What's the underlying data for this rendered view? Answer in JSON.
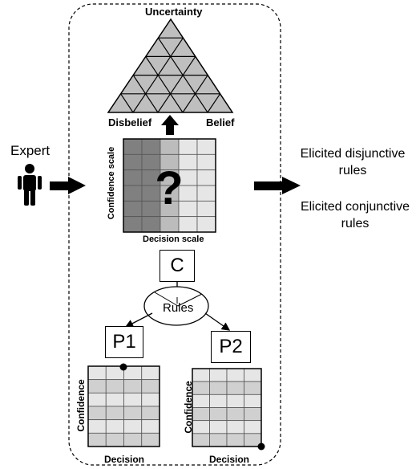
{
  "pyramid": {
    "top_label": "Uncertainty",
    "left_label": "Disbelief",
    "right_label": "Belief"
  },
  "expert": {
    "label": "Expert"
  },
  "main_grid": {
    "y_label": "Confidence scale",
    "x_label": "Decision scale",
    "symbol": "?"
  },
  "outputs": {
    "disjunctive": [
      "Elicited disjunctive",
      "rules"
    ],
    "conjunctive": [
      "Elicited conjunctive",
      "rules"
    ]
  },
  "combiner": {
    "label": "C",
    "rules_label": "Rules"
  },
  "p1": {
    "label": "P1",
    "y_label": "Confidence",
    "x_label": "Decision"
  },
  "p2": {
    "label": "P2",
    "y_label": "Confidence",
    "x_label": "Decision"
  },
  "colors": {
    "dark": "#808080",
    "light": "#e6e6e6",
    "mid": "#d0d0d0",
    "pyramid": "#bfbfbf"
  }
}
